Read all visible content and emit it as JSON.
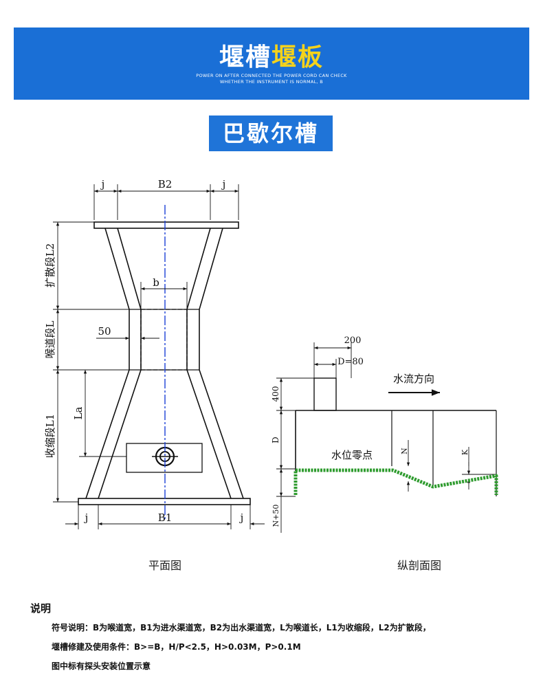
{
  "banner": {
    "title_part1": "堰槽",
    "title_part2": "堰板",
    "subtitle_line1": "POWER ON AFTER CONNECTED THE POWER CORD CAN CHECK",
    "subtitle_line2": "WHETHER THE INSTRUMENT IS NORMAL, B",
    "colors": {
      "background": "#1a6fd6",
      "highlight": "#f5d21b"
    }
  },
  "section_title": "巴歇尔槽",
  "plan_view": {
    "caption": "平面图",
    "labels": {
      "j_top_left": "j",
      "b2": "B2",
      "j_top_right": "j",
      "l2": "扩散段L2",
      "b": "b",
      "l": "喉道段L",
      "dim_50": "50",
      "la": "La",
      "l1": "收缩段L1",
      "j_bottom_left": "j",
      "b1": "B1",
      "j_bottom_right": "j"
    }
  },
  "section_view": {
    "caption": "纵剖面图",
    "labels": {
      "dim_200": "200",
      "d80": "D=80",
      "flow": "水流方向",
      "dim_400": "400",
      "d": "D",
      "zero": "水位零点",
      "n1": "N",
      "k": "K",
      "n50": "N+50"
    },
    "colors": {
      "bed": "#2e9b2e"
    }
  },
  "notes": {
    "title": "说明",
    "lines": [
      "符号说明：B为喉道宽，B1为进水渠道宽，B2为出水渠道宽，L为喉道长，L1为收缩段，L2为扩散段，",
      "堰槽修建及使用条件：B>=B，H/P<2.5，H>0.03M，P>0.1M",
      "图中标有探头安装位置示意"
    ]
  }
}
